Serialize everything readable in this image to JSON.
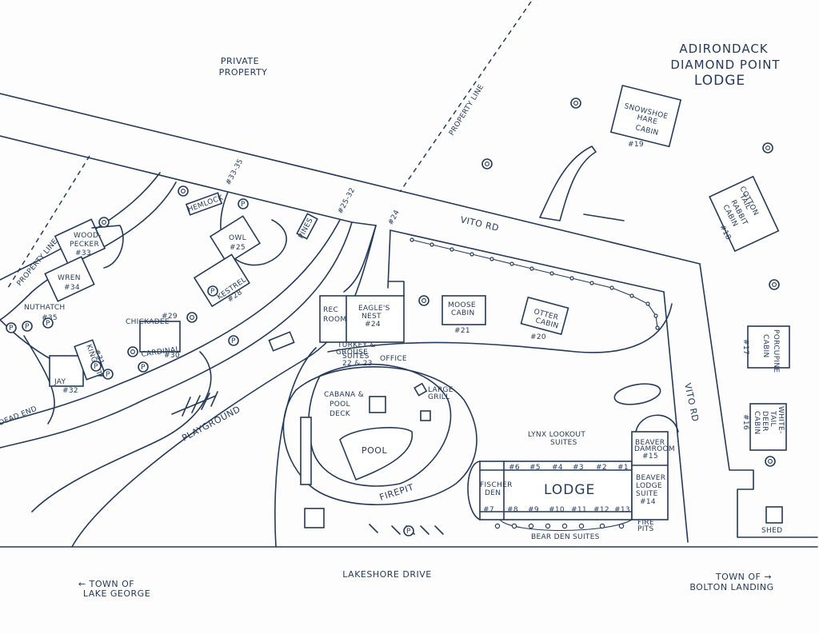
{
  "title": [
    "ADIRONDACK",
    "DIAMOND POINT",
    "LODGE"
  ],
  "areas": {
    "private_property": [
      "PRIVATE",
      "PROPERTY"
    ],
    "property_line": "PROPERTY LINE",
    "playground": "PLAYGROUND",
    "dead_end": "DEAD END"
  },
  "roads": {
    "vito_rd": "VITO RD",
    "lakeshore_drive": "LAKESHORE DRIVE",
    "town_lake_george": [
      "←  TOWN OF",
      "LAKE GEORGE"
    ],
    "town_bolton_landing": [
      "TOWN OF  →",
      "BOLTON LANDING"
    ]
  },
  "pointers": {
    "p33_35": "#33-35",
    "p25_32": "#25-32",
    "p24": "#24"
  },
  "cabins": {
    "snowshoe": [
      "SNOWSHOE",
      "HARE",
      "CABIN"
    ],
    "snowshoe_num": "#19",
    "cottontail": [
      "COTTON",
      "TAIL",
      "RABBIT",
      "CABIN"
    ],
    "cottontail_num": "#18",
    "porcupine": [
      "PORCUPINE",
      "CABIN"
    ],
    "porcupine_num": "#17",
    "whitetail": [
      "WHITE-",
      "TAIL",
      "DEER",
      "CABIN"
    ],
    "whitetail_num": "#16",
    "moose": [
      "MOOSE",
      "CABIN"
    ],
    "moose_num": "#21",
    "otter": [
      "OTTER",
      "CABIN"
    ],
    "otter_num": "#20",
    "shed": "SHED"
  },
  "units": {
    "woodpecker": [
      "WOOD-",
      "PECKER",
      "#33"
    ],
    "wren": [
      "WREN",
      "#34"
    ],
    "nuthatch": [
      "NUTHATCH",
      "#35"
    ],
    "jay": [
      "JAY",
      "#32"
    ],
    "kinglet": [
      "KINGLET",
      "#31"
    ],
    "chickadee": [
      "CHICKADEE",
      "#29"
    ],
    "cardinal": [
      "CARDINAL",
      "#30"
    ],
    "owl": [
      "OWL",
      "#25"
    ],
    "kestrel": [
      "KESTREL",
      "#28"
    ],
    "hemlock": "HEMLOCK",
    "pines": "PINES"
  },
  "buildings": {
    "rec_room": [
      "REC",
      "ROOM"
    ],
    "eagles_nest": [
      "EAGLE'S",
      "NEST",
      "#24"
    ],
    "turkey_grouse": [
      "TURKEY &",
      "GROUSE"
    ],
    "suites_22_23": [
      "SUITES",
      "22 & 23"
    ],
    "office": "OFFICE",
    "cabana": [
      "CABANA &",
      "POOL",
      "DECK"
    ],
    "large_grill": [
      "LARGE",
      "GRILL"
    ],
    "pool": "POOL",
    "firepit": "FIREPIT",
    "lynx": [
      "LYNX LOOKOUT",
      "SUITES"
    ],
    "lodge": "LODGE",
    "fischer_den": [
      "FISCHER",
      "DEN"
    ],
    "beaver_dam": [
      "BEAVER",
      "DAMROOM",
      "#15"
    ],
    "beaver_lodge": [
      "BEAVER",
      "LODGE",
      "SUITE",
      "#14"
    ],
    "fire_pits": [
      "FIRE",
      "PITS"
    ],
    "bear_den": "BEAR DEN SUITES",
    "lodge_top_rooms": [
      "#6",
      "#5",
      "#4",
      "#3",
      "#2",
      "#1"
    ],
    "lodge_bottom_rooms": [
      "#7",
      "#8",
      "#9",
      "#10",
      "#11",
      "#12",
      "#13"
    ]
  },
  "parking_symbol": "P",
  "fire_symbol": "◉"
}
